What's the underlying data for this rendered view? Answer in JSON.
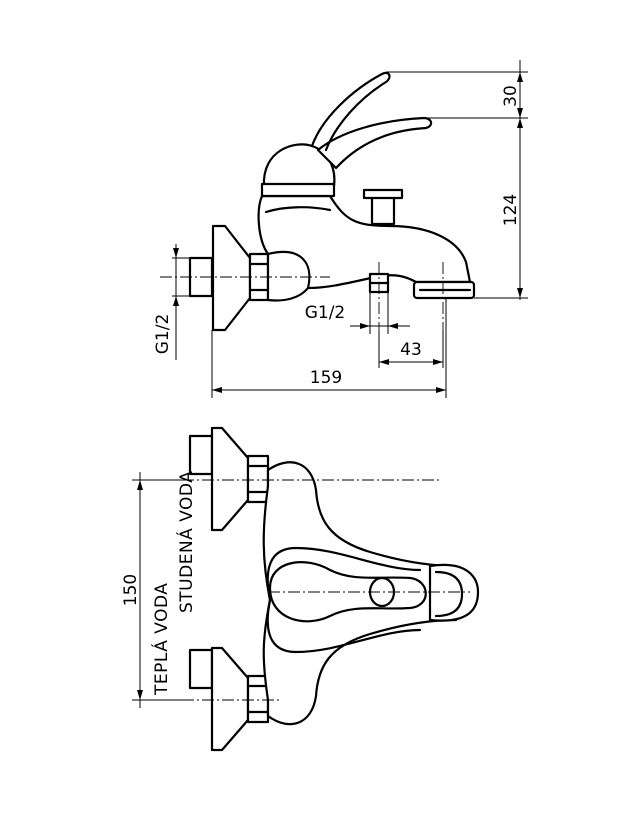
{
  "side_view": {
    "dimensions": {
      "height_lever": "30",
      "height_body": "124",
      "thread_inlet": "G1/2",
      "thread_outlet": "G1/2",
      "outlet_offset": "43",
      "total_length": "159"
    }
  },
  "top_view": {
    "dimensions": {
      "inlet_spacing": "150"
    },
    "labels": {
      "cold_water": "STUDENÁ VODA",
      "hot_water": "TEPLÁ VODA"
    }
  }
}
